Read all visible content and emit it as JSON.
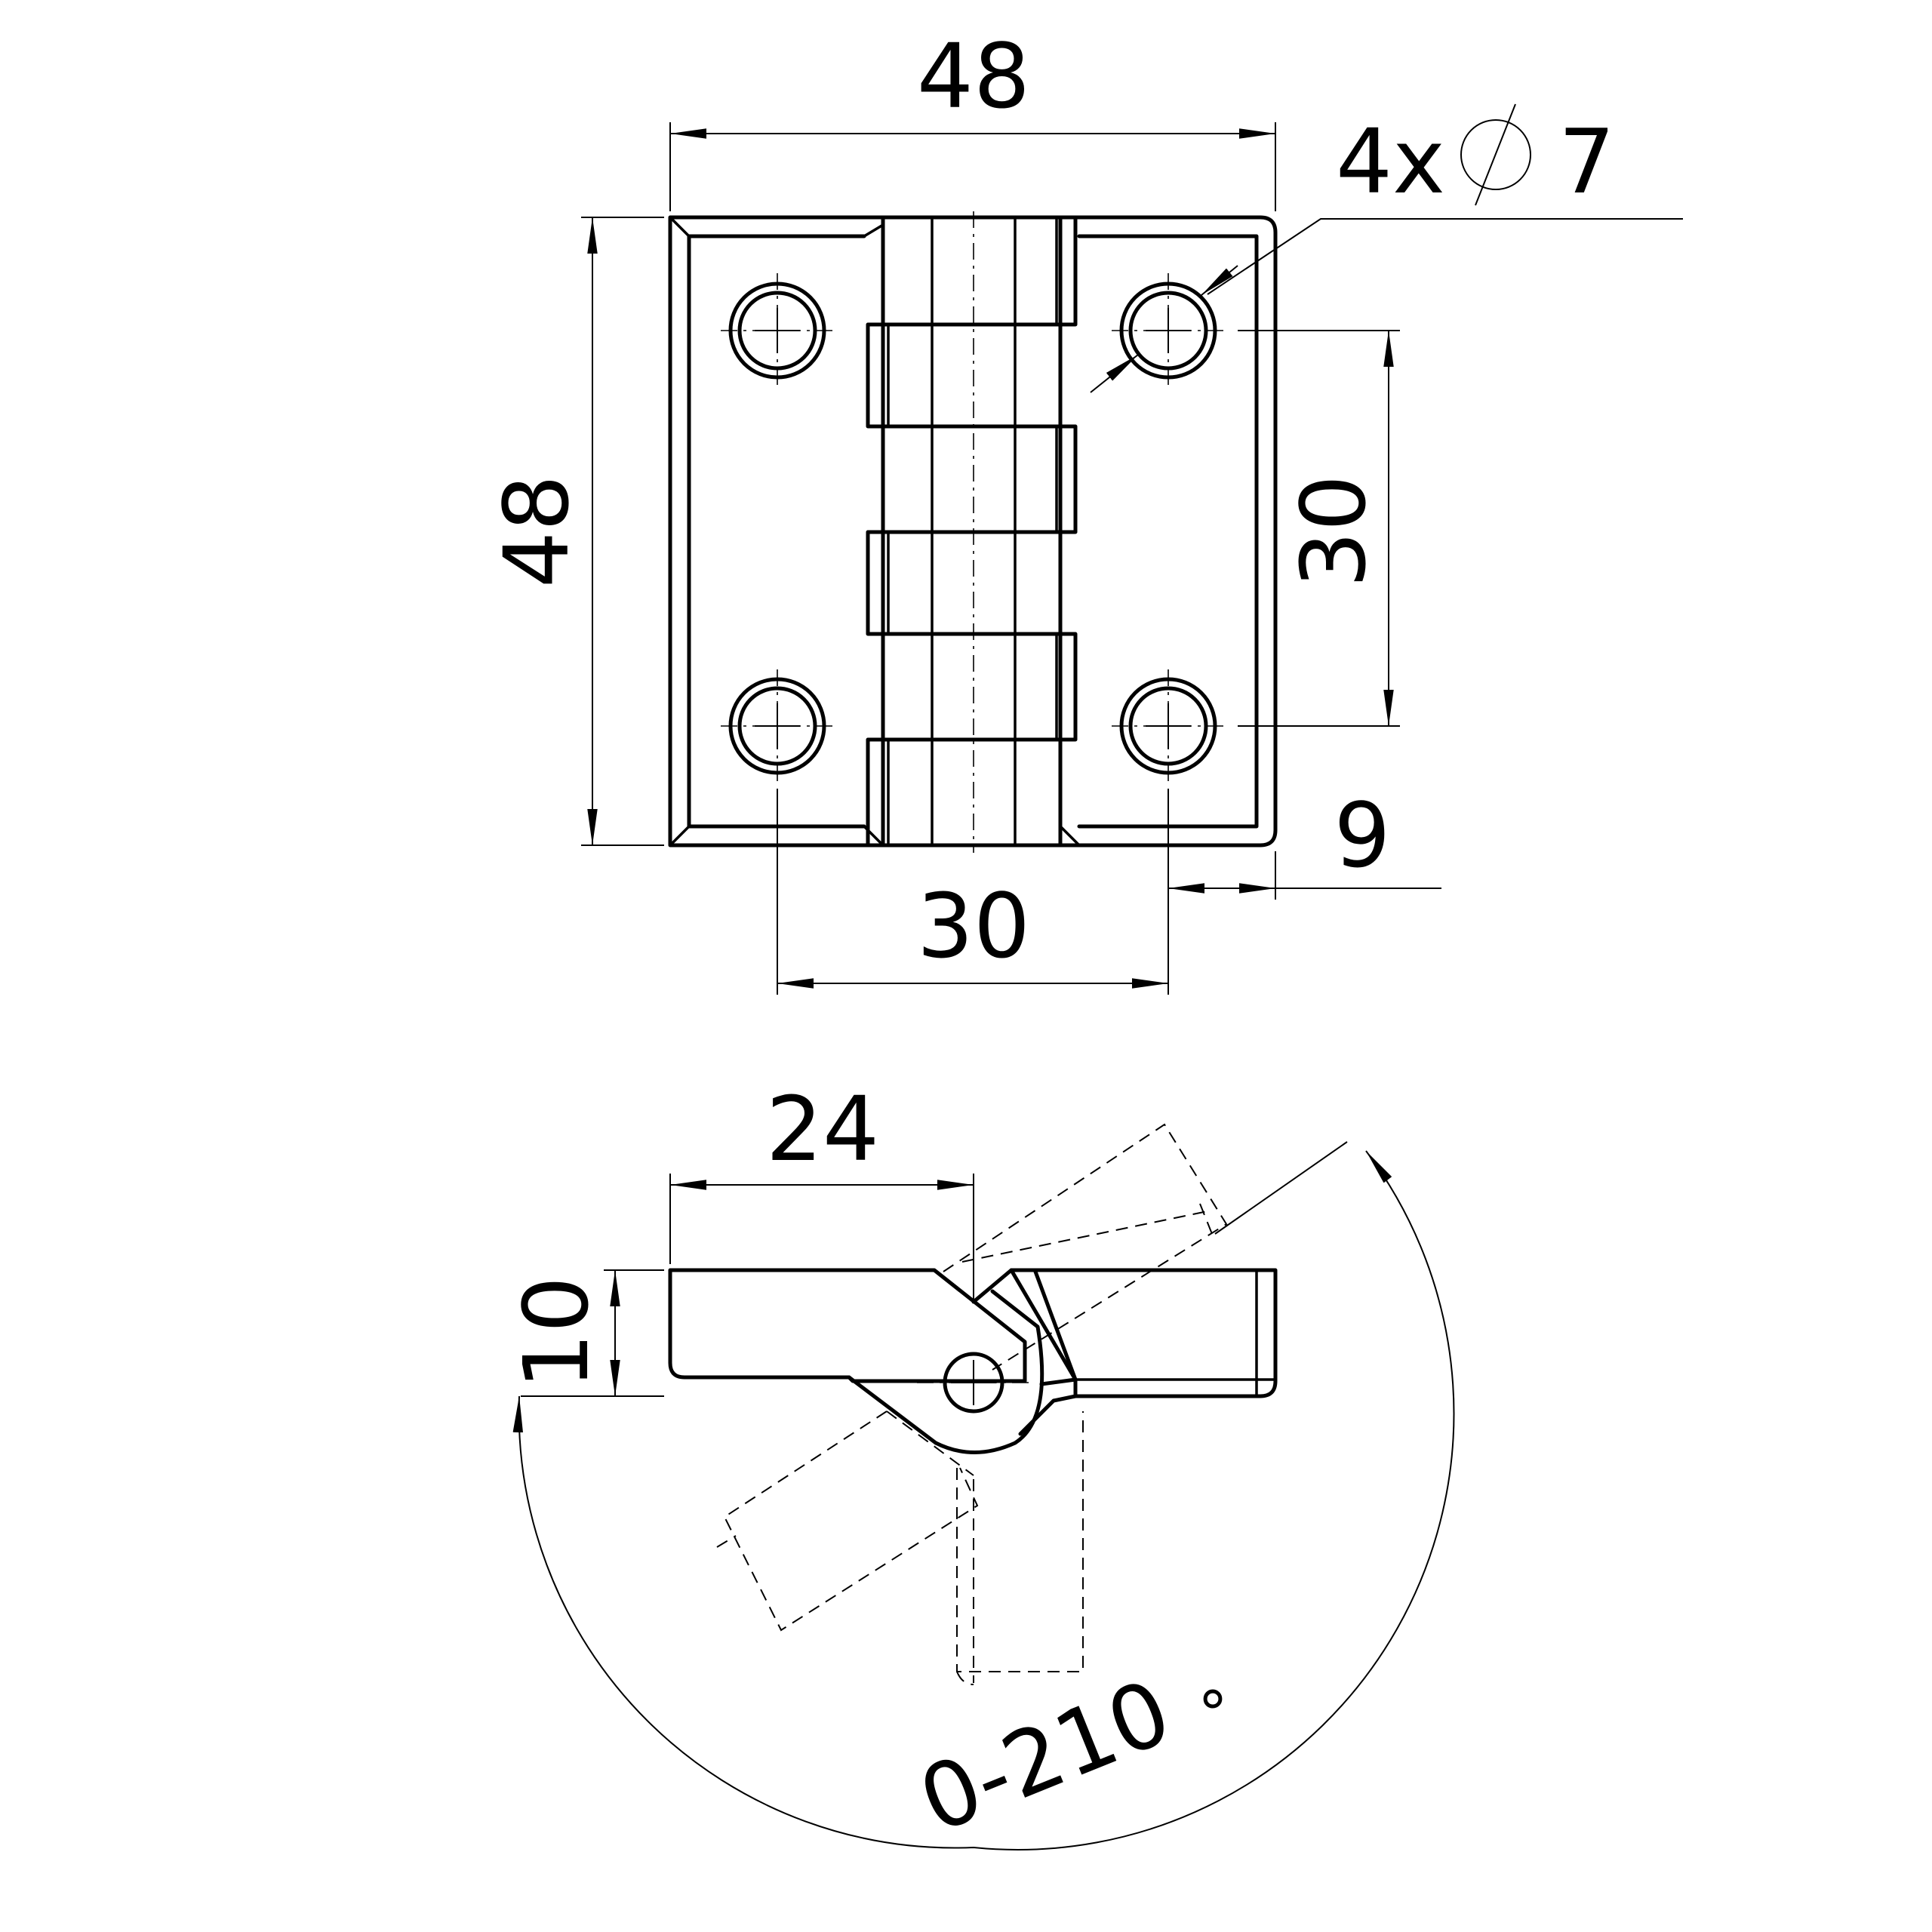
{
  "dimensions": {
    "top_width": "48",
    "left_height": "48",
    "hole_pitch_vertical": "30",
    "hole_pitch_horizontal": "30",
    "hole_edge_offset": "9",
    "hole_callout_qty": "4x",
    "hole_callout_symbol": "∅",
    "hole_callout_value": "7",
    "leaf_depth": "24",
    "thickness": "10",
    "rotation_range": "0-210",
    "degree_symbol": "°"
  }
}
